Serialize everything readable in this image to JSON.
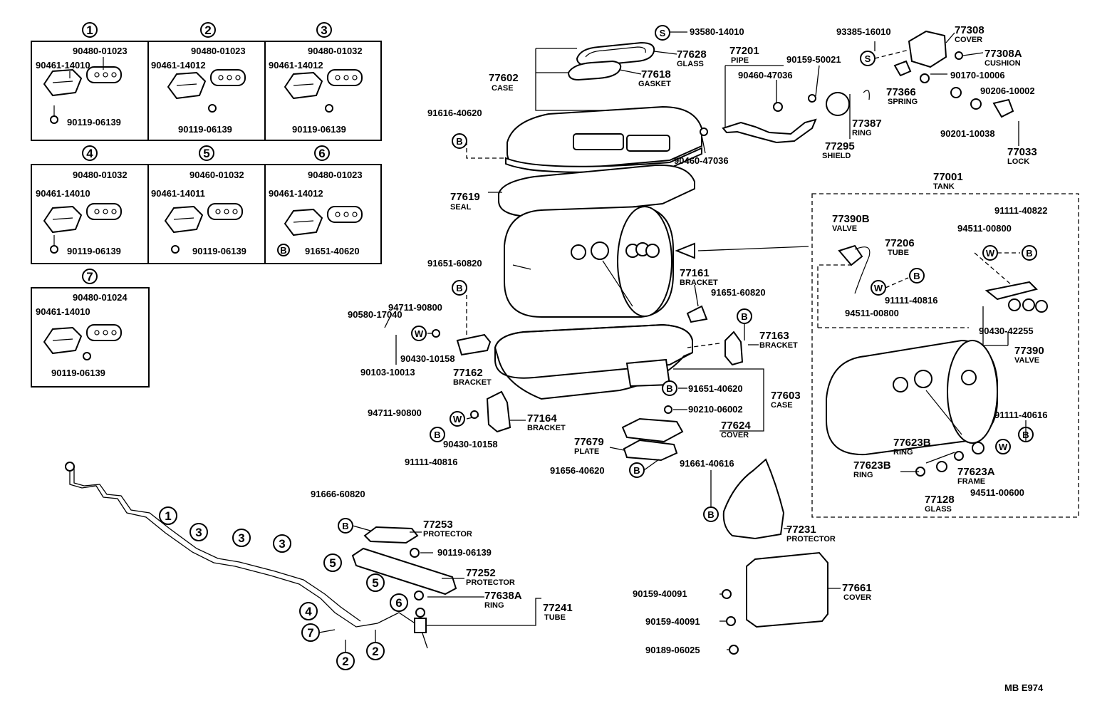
{
  "kits": [
    {
      "num": "1",
      "top": "90480-01023",
      "side": "90461-14010",
      "bolt": "90119-06139"
    },
    {
      "num": "2",
      "top": "90480-01023",
      "side": "90461-14012",
      "bolt": "90119-06139"
    },
    {
      "num": "3",
      "top": "90480-01032",
      "side": "90461-14012",
      "bolt": "90119-06139"
    },
    {
      "num": "4",
      "top": "90480-01032",
      "side": "90461-14010",
      "bolt": "90119-06139"
    },
    {
      "num": "5",
      "top": "90460-01032",
      "side": "90461-14011",
      "bolt": "90119-06139"
    },
    {
      "num": "6",
      "top": "90480-01023",
      "side": "90461-14012",
      "bolt": "91651-40620"
    },
    {
      "num": "7",
      "top": "90480-01024",
      "side": "90461-14010",
      "bolt": "90119-06139"
    }
  ],
  "symbols": {
    "s": "S",
    "b": "B",
    "w": "W"
  },
  "line_callouts": [
    "1",
    "3",
    "3",
    "3",
    "5",
    "5",
    "6",
    "4",
    "7",
    "2",
    "2"
  ],
  "parts": {
    "p93580": "93580-14010",
    "p77628": "77628",
    "n77628": "GLASS",
    "p77618": "77618",
    "n77618": "GASKET",
    "p77602": "77602",
    "n77602": "CASE",
    "p91616": "91616-40620",
    "p77619": "77619",
    "n77619": "SEAL",
    "p77201": "77201",
    "n77201": "PIPE",
    "p90460a": "90460-47036",
    "p90460b": "90460-47036",
    "p90159a": "90159-50021",
    "p77295": "77295",
    "n77295": "SHIELD",
    "p77387": "77387",
    "n77387": "RING",
    "p93385": "93385-16010",
    "p77308": "77308",
    "n77308": "COVER",
    "p77308a": "77308A",
    "n77308a": "CUSHION",
    "p77366": "77366",
    "n77366": "SPRING",
    "p90170": "90170-10006",
    "p90206": "90206-10002",
    "p90201": "90201-10038",
    "p77033": "77033",
    "n77033": "LOCK",
    "p77001": "77001",
    "n77001": "TANK",
    "p77390b": "77390B",
    "n77390b": "VALVE",
    "p77206": "77206",
    "n77206": "TUBE",
    "p91111a": "91111-40822",
    "p94511a": "94511-00800",
    "p91111b": "91111-40816",
    "p94511b": "94511-00800",
    "p90430a": "90430-42255",
    "p77390": "77390",
    "n77390": "VALVE",
    "p91111c": "91111-40616",
    "p77623b1": "77623B",
    "n77623b1": "RING",
    "p77623b2": "77623B",
    "n77623b2": "RING",
    "p77623a": "77623A",
    "n77623a": "FRAME",
    "p94511c": "94511-00600",
    "p77128": "77128",
    "n77128": "GLASS",
    "p77161": "77161",
    "n77161": "BRACKET",
    "p91651a": "91651-60820",
    "p91651b": "91651-60820",
    "p77163": "77163",
    "n77163": "BRACKET",
    "p90580": "90580-17040",
    "p94711a": "94711-90800",
    "p90430b": "90430-10158",
    "p90103": "90103-10013",
    "p77162": "77162",
    "n77162": "BRACKET",
    "p91651c": "91651-40620",
    "p90210": "90210-06002",
    "p77603": "77603",
    "n77603": "CASE",
    "p77624": "77624",
    "n77624": "COVER",
    "p77679": "77679",
    "n77679": "PLATE",
    "p91656": "91656-40620",
    "p94711b": "94711-90800",
    "p77164": "77164",
    "n77164": "BRACKET",
    "p90430c": "90430-10158",
    "p91111d": "91111-40816",
    "p91661": "91661-40616",
    "p77231": "77231",
    "n77231": "PROTECTOR",
    "p91666": "91666-60820",
    "p77253": "77253",
    "n77253": "PROTECTOR",
    "p90119": "90119-06139",
    "p77252": "77252",
    "n77252": "PROTECTOR",
    "p77638a": "77638A",
    "n77638a": "RING",
    "p77241": "77241",
    "n77241": "TUBE",
    "p77661": "77661",
    "n77661": "COVER",
    "p90159b": "90159-40091",
    "p90159c": "90159-40091",
    "p90189": "90189-06025"
  },
  "footer": "MB  E974"
}
